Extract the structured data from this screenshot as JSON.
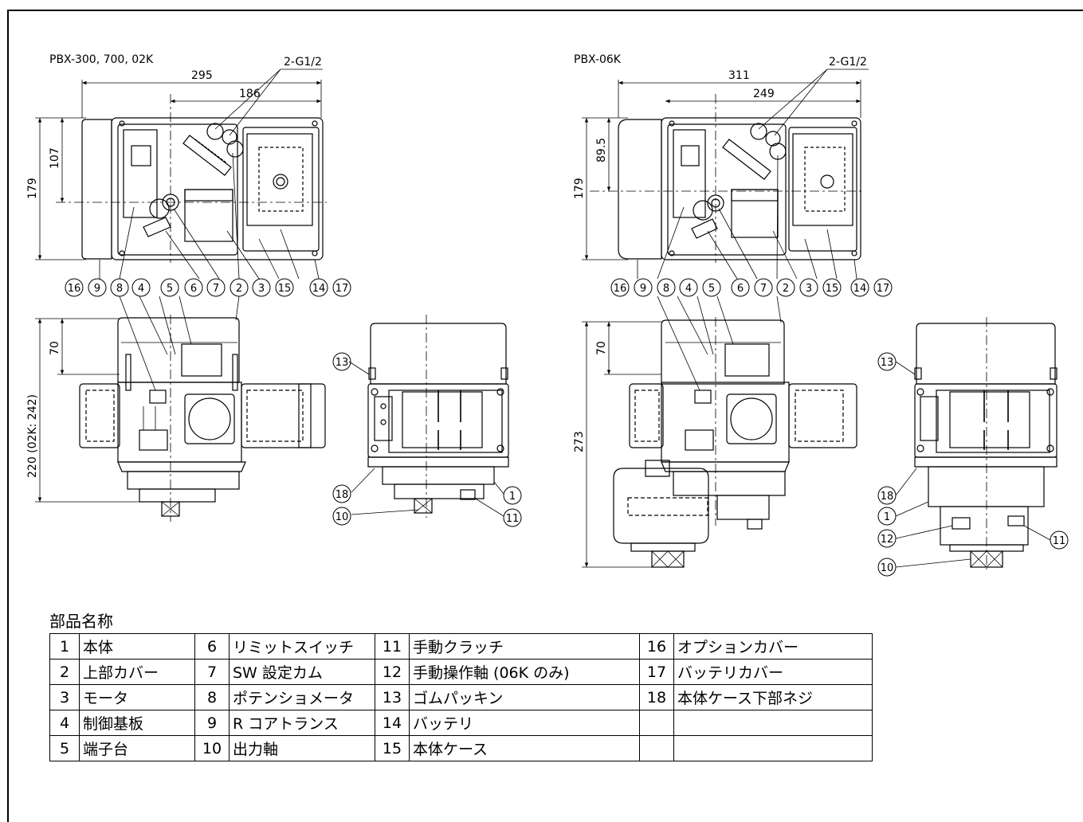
{
  "left_model": "PBX-300, 700, 02K",
  "right_model": "PBX-06K",
  "left_dims": {
    "width": "295",
    "offset": "186",
    "height": "179",
    "center": "107",
    "port": "2-G1/2",
    "front_height": "220 (02K: 242)",
    "top": "70"
  },
  "right_dims": {
    "width": "311",
    "offset": "249",
    "height": "179",
    "center": "89.5",
    "port": "2-G1/2",
    "front_height": "273",
    "top": "70"
  },
  "top_callouts": [
    "16",
    "9",
    "8",
    "4",
    "5",
    "6",
    "7",
    "2",
    "3",
    "15",
    "14",
    "17"
  ],
  "side_callouts_left": {
    "c13": "13",
    "c18": "18",
    "c1": "1",
    "c10": "10",
    "c11": "11"
  },
  "side_callouts_right": {
    "c13": "13",
    "c18": "18",
    "c1": "1",
    "c12": "12",
    "c10": "10",
    "c11": "11"
  },
  "parts_title": "部品名称",
  "parts_rows": [
    [
      {
        "n": "1",
        "name": "本体"
      },
      {
        "n": "6",
        "name": "リミットスイッチ"
      },
      {
        "n": "11",
        "name": "手動クラッチ"
      },
      {
        "n": "16",
        "name": "オプションカバー"
      }
    ],
    [
      {
        "n": "2",
        "name": "上部カバー"
      },
      {
        "n": "7",
        "name": "SW 設定カム"
      },
      {
        "n": "12",
        "name": "手動操作軸 (06K のみ)"
      },
      {
        "n": "17",
        "name": "バッテリカバー"
      }
    ],
    [
      {
        "n": "3",
        "name": "モータ"
      },
      {
        "n": "8",
        "name": "ポテンショメータ"
      },
      {
        "n": "13",
        "name": "ゴムパッキン"
      },
      {
        "n": "18",
        "name": "本体ケース下部ネジ"
      }
    ],
    [
      {
        "n": "4",
        "name": "制御基板"
      },
      {
        "n": "9",
        "name": "R コアトランス"
      },
      {
        "n": "14",
        "name": "バッテリ"
      },
      {
        "n": "",
        "name": ""
      }
    ],
    [
      {
        "n": "5",
        "name": "端子台"
      },
      {
        "n": "10",
        "name": "出力軸"
      },
      {
        "n": "15",
        "name": "本体ケース"
      },
      {
        "n": "",
        "name": ""
      }
    ]
  ]
}
